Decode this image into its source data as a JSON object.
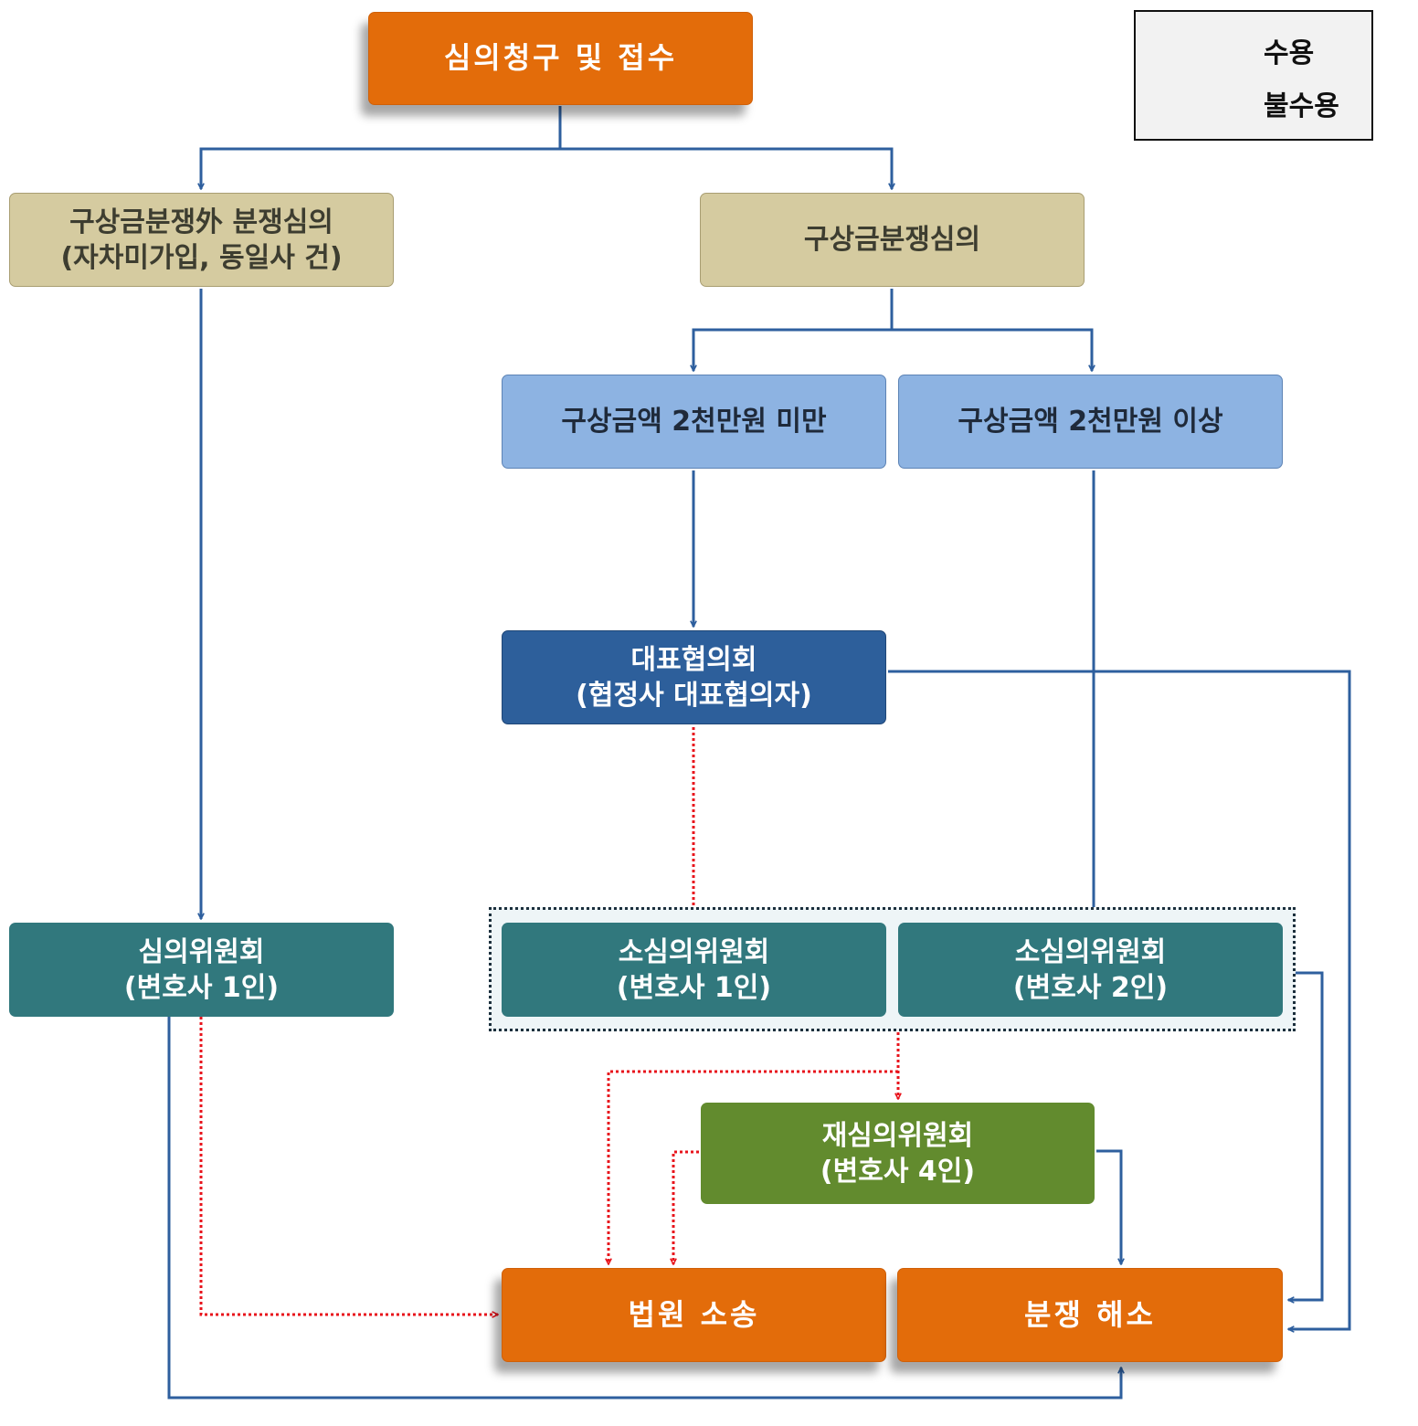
{
  "legend": {
    "accept_label": "수용",
    "reject_label": "불수용",
    "accept_color": "#2e5f9e",
    "reject_color": "#e8141c"
  },
  "nodes": {
    "review_request": "심의청구 및 접수",
    "non_subrogation_review": [
      "구상금분쟁外 분쟁심의",
      "(자차미가입, 동일사 건)"
    ],
    "subrogation_review": "구상금분쟁심의",
    "amount_under": "구상금액 2천만원 미만",
    "amount_over": "구상금액 2천만원 이상",
    "representative_council": [
      "대표협의회",
      "(협정사 대표협의자)"
    ],
    "review_committee": [
      "심의위원회",
      "(변호사 1인)"
    ],
    "sub_committee_1": [
      "소심의위원회",
      "(변호사 1인)"
    ],
    "sub_committee_2": [
      "소심의위원회",
      "(변호사 2인)"
    ],
    "re_review_committee": [
      "재심의위원회",
      "(변호사 4인)"
    ],
    "lawsuit": "법원 소송",
    "dispute_resolved": "분쟁 해소"
  }
}
